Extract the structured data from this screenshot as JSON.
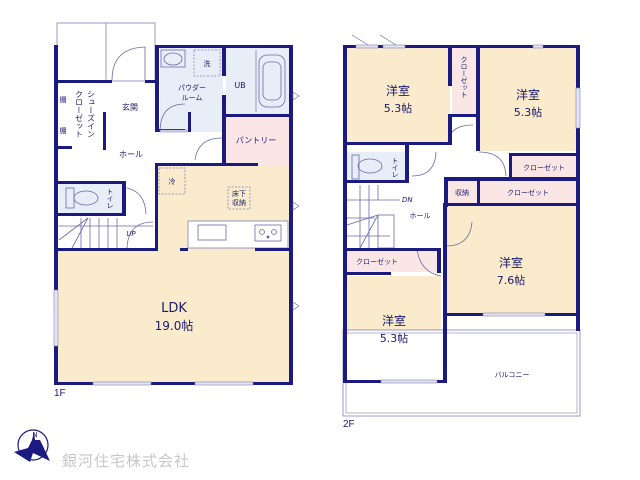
{
  "floors": [
    {
      "label": "1F",
      "rooms": [
        {
          "name": "LDK",
          "size": "19.0帖",
          "color": "#f9ebcb"
        },
        {
          "name": "玄関"
        },
        {
          "name": "ホール"
        },
        {
          "name": "シューズイン",
          "name2": "クローゼット"
        },
        {
          "name": "棚"
        },
        {
          "name": "棚"
        },
        {
          "name": "パウダー",
          "name2": "ルーム",
          "color": "#e8eef8"
        },
        {
          "name": "洗"
        },
        {
          "name": "UB",
          "color": "#e8eef8"
        },
        {
          "name": "パントリー",
          "color": "#fbe6e6"
        },
        {
          "name": "トイレ",
          "color": "#e8eef8"
        },
        {
          "name": "冷"
        },
        {
          "name": "床下",
          "name2": "収納"
        },
        {
          "name": "UP"
        }
      ]
    },
    {
      "label": "2F",
      "rooms": [
        {
          "name": "洋室",
          "size": "5.3帖"
        },
        {
          "name": "洋室",
          "size": "5.3帖"
        },
        {
          "name": "洋室",
          "size": "7.6帖"
        },
        {
          "name": "洋室",
          "size": "5.3帖"
        },
        {
          "name": "クローゼット"
        },
        {
          "name": "クローゼット"
        },
        {
          "name": "クローゼット"
        },
        {
          "name": "クローゼット"
        },
        {
          "name": "収納"
        },
        {
          "name": "トイレ"
        },
        {
          "name": "ホール"
        },
        {
          "name": "DN"
        },
        {
          "name": "バルコニー"
        }
      ]
    }
  ],
  "footer": {
    "company": "銀河住宅株式会社",
    "compass": "N"
  },
  "colors": {
    "wall": "#1a1a80",
    "room": "#f9ebcb",
    "closet": "#fbe6e6",
    "wet": "#e8eef8"
  }
}
